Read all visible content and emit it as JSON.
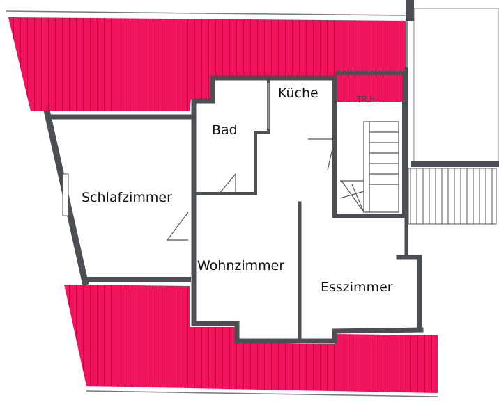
{
  "rooms": {
    "kueche": "Küche",
    "bad": "Bad",
    "schlafzimmer": "Schlafzimmer",
    "wohnzimmer": "Wohnzimmer",
    "esszimmer": "Esszimmer",
    "treppenhaus": "TR.H."
  },
  "colors": {
    "roof": "#f0145c",
    "wall": "#4b4e53"
  }
}
